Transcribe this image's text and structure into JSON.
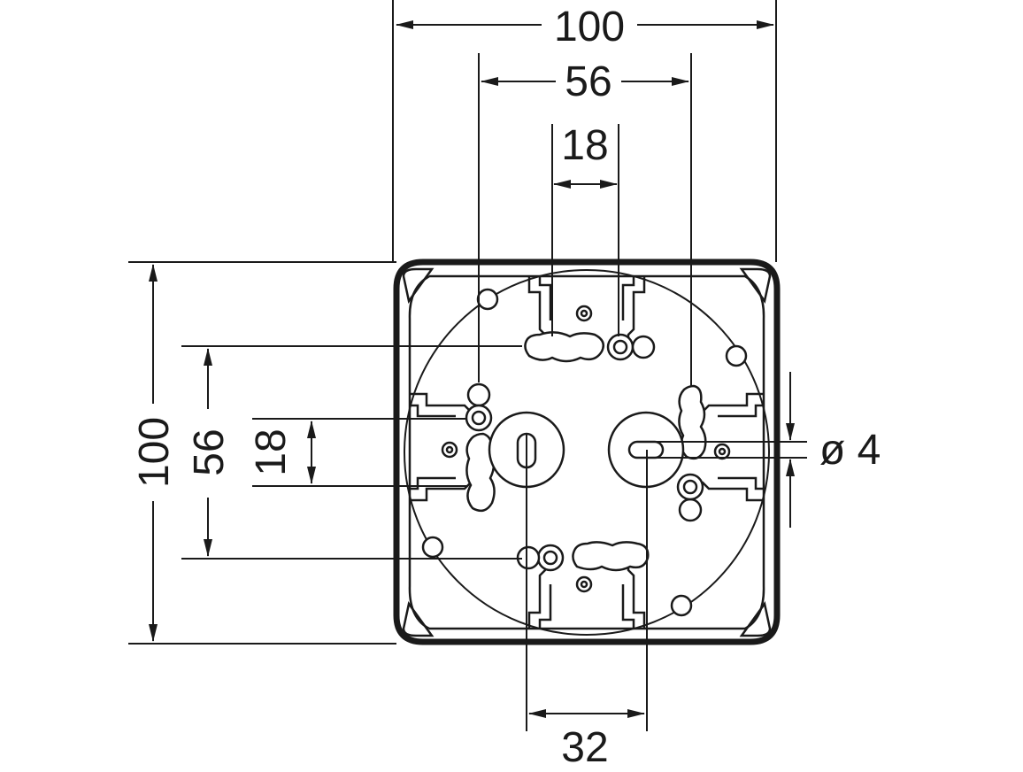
{
  "dimensions": {
    "width_overall": "100",
    "width_middle": "56",
    "width_inner": "18",
    "height_overall": "100",
    "height_middle": "56",
    "height_inner": "18",
    "hole_diameter": "ø 4",
    "entry_spacing": "32"
  }
}
